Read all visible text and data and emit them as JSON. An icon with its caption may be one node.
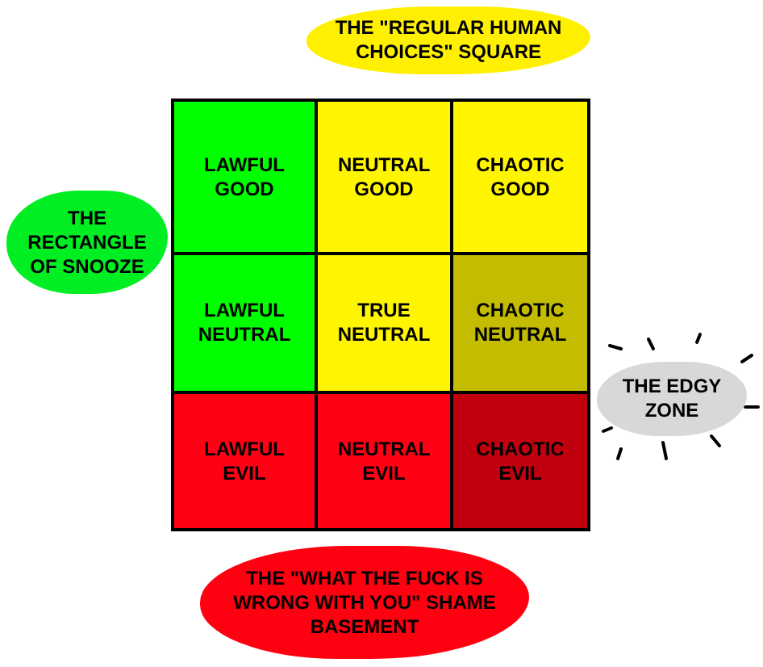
{
  "diagram": {
    "nodes": [
      {
        "text": [
          "THE \"REGULAR HUMAN CHOICES\" SQUARE"
        ]
      },
      {
        "text": [
          "THE RECTANGLE OF SNOOZE"
        ]
      },
      {
        "text": [
          "LAWFUL GOOD"
        ]
      },
      {
        "text": [
          "NEUTRAL GOOD"
        ]
      },
      {
        "text": [
          "CHAOTIC GOOD"
        ]
      },
      {
        "text": [
          "LAWFUL NEUTRAL"
        ]
      },
      {
        "text": [
          "TRUE NEUTRAL"
        ]
      },
      {
        "text": [
          "CHAOTIC NEUTRAL"
        ]
      },
      {
        "text": [
          "THE EDGY ZONE"
        ]
      },
      {
        "text": [
          "LAWFUL EVIL"
        ]
      },
      {
        "text": [
          "NEUTRAL EVIL"
        ]
      },
      {
        "text": [
          "CHAOTIC EVIL"
        ]
      },
      {
        "text": [
          "THE \"WHAT THE FUCK IS WRONG WITH YOU\" SHAME BASEMENT"
        ]
      }
    ]
  }
}
